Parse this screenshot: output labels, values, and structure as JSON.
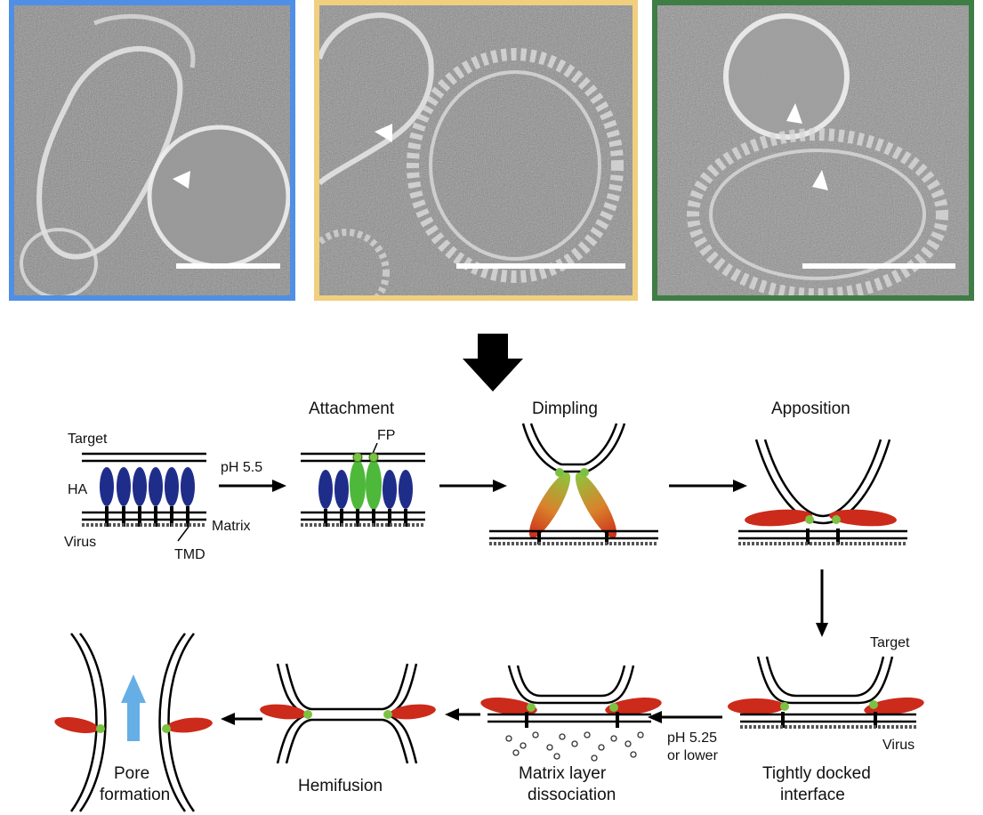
{
  "colors": {
    "panel_blue": "#4f8fe6",
    "panel_yellow": "#f0cf7f",
    "panel_green": "#3e7d46",
    "ha": "#1f2d8a",
    "ha_activated": "#4db83a",
    "ha_extended": "#cc2a1a",
    "fusion_peptide": "#7cc142",
    "pore_arrow": "#66aee6"
  },
  "micrographs": [
    {
      "name": "blue",
      "scalebar": true
    },
    {
      "name": "yellow",
      "scalebar": true
    },
    {
      "name": "green",
      "scalebar": true
    }
  ],
  "labels": {
    "target": "Target",
    "ha": "HA",
    "virus": "Virus",
    "matrix": "Matrix",
    "tmd": "TMD",
    "fp": "FP",
    "ph_55": "pH 5.5",
    "ph_525_line1": "pH 5.25",
    "ph_525_line2": "or lower",
    "target_right": "Target",
    "virus_right": "Virus"
  },
  "stages": {
    "attachment": "Attachment",
    "dimpling": "Dimpling",
    "apposition": "Apposition",
    "tightly_docked_line1": "Tightly docked",
    "tightly_docked_line2": "interface",
    "matrix_dissoc_line1": "Matrix layer",
    "matrix_dissoc_line2": "dissociation",
    "hemifusion": "Hemifusion",
    "pore_line1": "Pore",
    "pore_line2": "formation"
  }
}
